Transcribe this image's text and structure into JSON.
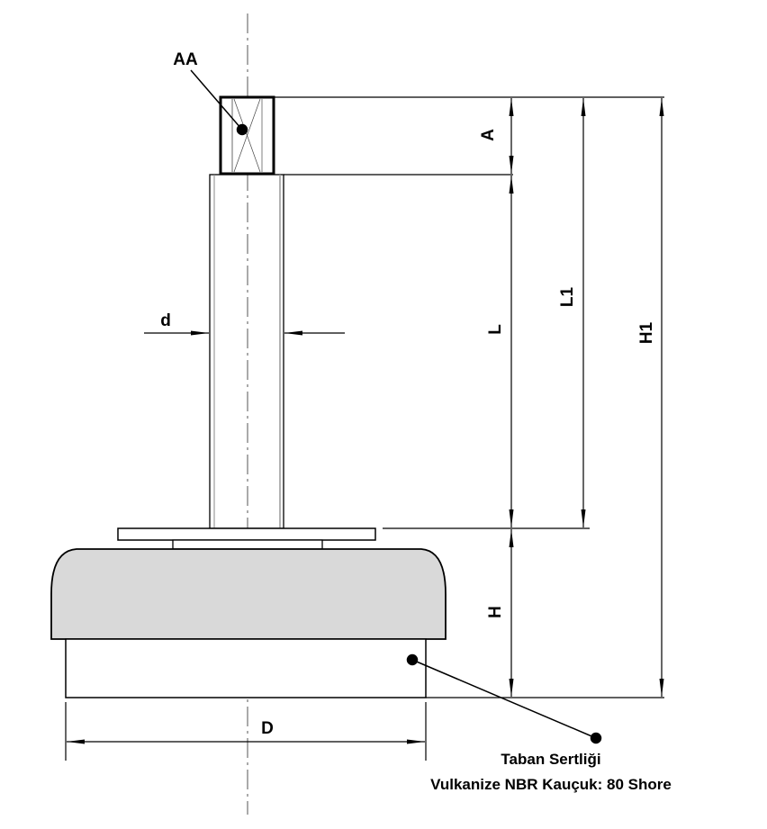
{
  "labels": {
    "AA": "AA",
    "A": "A",
    "L": "L",
    "L1": "L1",
    "H1": "H1",
    "H": "H",
    "d": "d",
    "D": "D"
  },
  "note": {
    "line1": "Taban Sertliği",
    "line2": "Vulkanize NBR Kauçuk: 80 Shore"
  },
  "colors": {
    "rubber_fill": "#d9d9d9",
    "line": "#000000"
  }
}
